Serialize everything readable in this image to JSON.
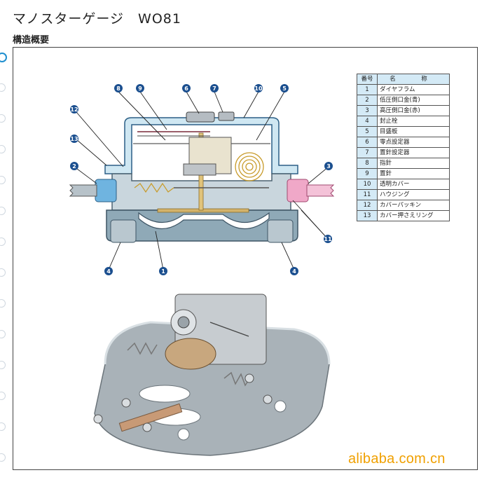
{
  "header": {
    "title": "マノスターゲージ　WO81",
    "subtitle": "構造概要"
  },
  "parts_table": {
    "col_number": "番号",
    "col_name": "名　称",
    "rows": [
      {
        "no": "1",
        "name": "ダイヤフラム"
      },
      {
        "no": "2",
        "name": "低圧側口金(青)"
      },
      {
        "no": "3",
        "name": "高圧側口金(赤)"
      },
      {
        "no": "4",
        "name": "封止栓"
      },
      {
        "no": "5",
        "name": "目盛板"
      },
      {
        "no": "6",
        "name": "零点設定器"
      },
      {
        "no": "7",
        "name": "置針設定器"
      },
      {
        "no": "8",
        "name": "指針"
      },
      {
        "no": "9",
        "name": "置針"
      },
      {
        "no": "10",
        "name": "透明カバー"
      },
      {
        "no": "11",
        "name": "ハウジング"
      },
      {
        "no": "12",
        "name": "カバーパッキン"
      },
      {
        "no": "13",
        "name": "カバー押さえリング"
      }
    ]
  },
  "callouts": [
    "8",
    "9",
    "6",
    "7",
    "10",
    "5",
    "12",
    "13",
    "2",
    "3",
    "11",
    "4",
    "1",
    "4"
  ],
  "colors": {
    "callout_fill": "#1b4f8f",
    "housing": "#8fa9b7",
    "cover": "#cfe7f2",
    "low_side": "#6fb4e0",
    "high_side": "#f0a8c8",
    "table_header": "#d4eaf6",
    "watermark": "#f0a000"
  },
  "watermark": "alibaba.com.cn"
}
